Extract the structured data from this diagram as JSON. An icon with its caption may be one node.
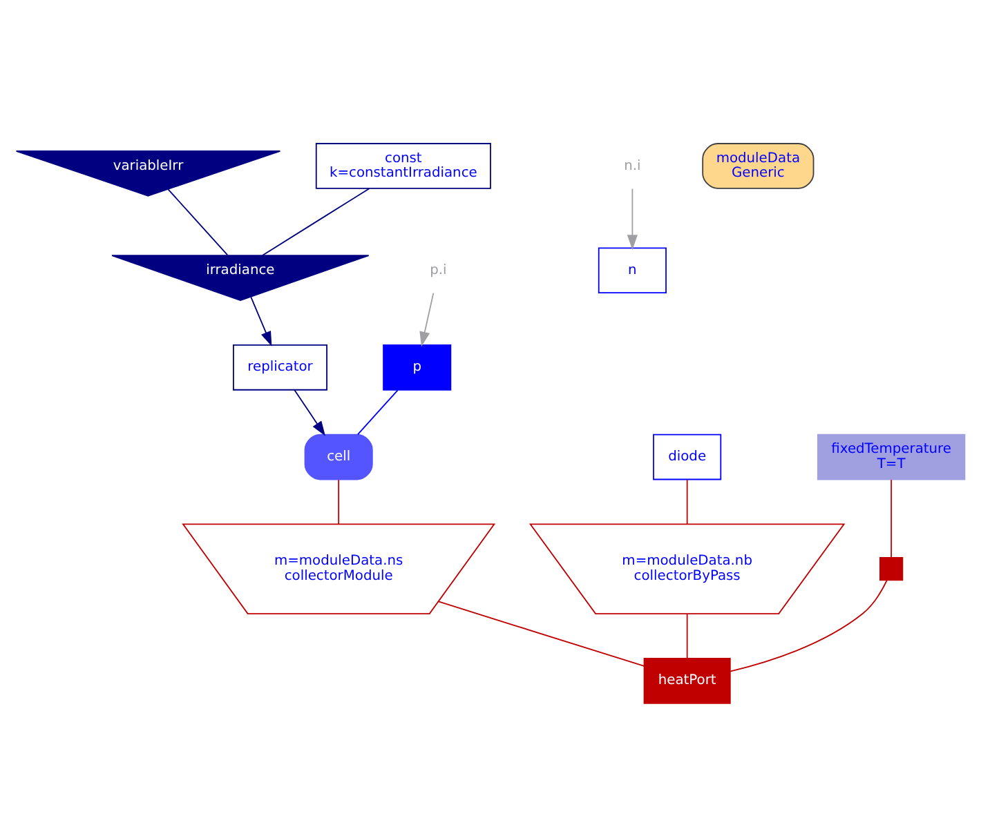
{
  "diagram": {
    "nodes": [
      {
        "text": [
          "variableIrr"
        ]
      },
      {
        "text": [
          "const",
          "k=constantIrradiance"
        ]
      },
      {
        "text": [
          "irradiance"
        ]
      },
      {
        "text": [
          "replicator"
        ]
      },
      {
        "text": [
          "cell"
        ]
      },
      {
        "text": [
          "p"
        ]
      },
      {
        "text": [
          "n"
        ]
      },
      {
        "text": [
          "diode"
        ]
      },
      {
        "text": [
          "m=moduleData.nb",
          "collectorByPass"
        ]
      },
      {
        "text": [
          "m=moduleData.ns",
          "collectorModule"
        ]
      },
      {
        "text": [
          "fixedTemperature",
          "T=T"
        ]
      },
      {
        "text": [
          "heatPort"
        ]
      },
      {
        "text": [
          "moduleData",
          "Generic"
        ]
      },
      {
        "text": [
          "p.i"
        ]
      },
      {
        "text": [
          "n.i"
        ]
      },
      {
        "text": [],
        "shape": "box"
      }
    ],
    "edges": [
      {
        "from": 0,
        "to": 2,
        "arrow": "none",
        "color": "#000080"
      },
      {
        "from": 1,
        "to": 2,
        "arrow": "none",
        "color": "#000080"
      },
      {
        "from": 2,
        "to": 3,
        "arrow": "to",
        "color": "#000080"
      },
      {
        "from": 3,
        "to": 4,
        "arrow": "to",
        "color": "#000080"
      },
      {
        "from": 5,
        "to": 4,
        "arrow": "none",
        "color": "#0000ff"
      },
      {
        "from": 4,
        "to": 9,
        "arrow": "none"
      },
      {
        "from": 7,
        "to": 8,
        "arrow": "none"
      },
      {
        "from": 8,
        "to": 11,
        "arrow": "none"
      },
      {
        "from": 9,
        "to": 11,
        "arrow": "none"
      },
      {
        "from": 10,
        "to": 15,
        "arrow": "none"
      },
      {
        "from": 15,
        "to": 11,
        "arrow": "none"
      },
      {
        "from": 13,
        "to": 5,
        "arrow": "to",
        "color": "#a0a0a4"
      },
      {
        "from": 14,
        "to": 6,
        "arrow": "to",
        "color": "#a0a0a4"
      }
    ]
  }
}
